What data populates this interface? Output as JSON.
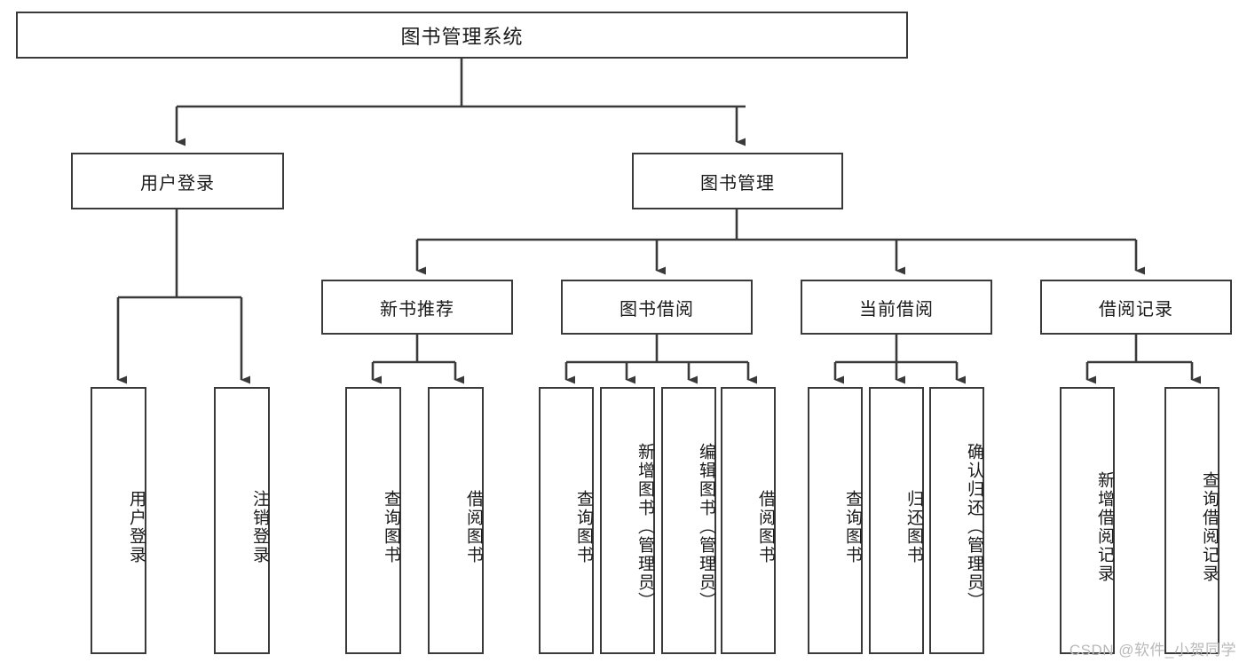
{
  "diagram": {
    "title": "图书管理系统",
    "watermark": "CSDN @软件_小贺同学",
    "line_color": "#3a3a3a",
    "box_fill": "#ffffff",
    "text_color": "#1a1a1a",
    "root": {
      "label": "图书管理系统"
    },
    "level1": [
      {
        "label": "用户登录"
      },
      {
        "label": "图书管理"
      }
    ],
    "level2": [
      {
        "label": "新书推荐"
      },
      {
        "label": "图书借阅"
      },
      {
        "label": "当前借阅"
      },
      {
        "label": "借阅记录"
      }
    ],
    "leaves": {
      "user_login": [
        {
          "label": "用户登录"
        },
        {
          "label": "注销登录"
        }
      ],
      "new_book": [
        {
          "label": "查询图书"
        },
        {
          "label": "借阅图书"
        }
      ],
      "book_borrow": [
        {
          "label": "查询图书"
        },
        {
          "label": "新增图书（管理员）"
        },
        {
          "label": "编辑图书（管理员）"
        },
        {
          "label": "借阅图书"
        }
      ],
      "current_borrow": [
        {
          "label": "查询图书"
        },
        {
          "label": "归还图书"
        },
        {
          "label": "确认归还（管理员）"
        }
      ],
      "borrow_record": [
        {
          "label": "新增借阅记录"
        },
        {
          "label": "查询借阅记录"
        }
      ]
    }
  }
}
